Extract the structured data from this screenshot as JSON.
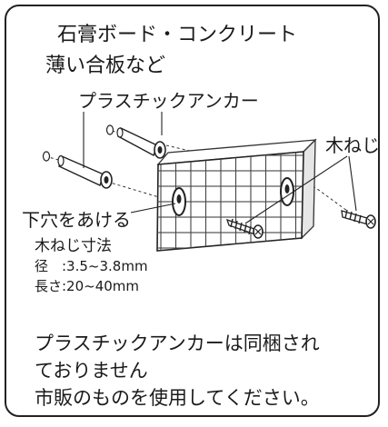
{
  "header": {
    "line1": "石膏ボード・コンクリート",
    "line2": "薄い合板など"
  },
  "labels": {
    "anchor": "プラスチックアンカー",
    "screw": "木ねじ",
    "hole": "下穴をあける"
  },
  "screw_spec": {
    "title": "木ねじ寸法",
    "diameter": "径　:3.5~3.8mm",
    "length": "長さ:20~40mm"
  },
  "notes": {
    "line1": "プラスチックアンカーは同梱され",
    "line2": "ておりません",
    "line3": "市販のものを使用してください。"
  }
}
